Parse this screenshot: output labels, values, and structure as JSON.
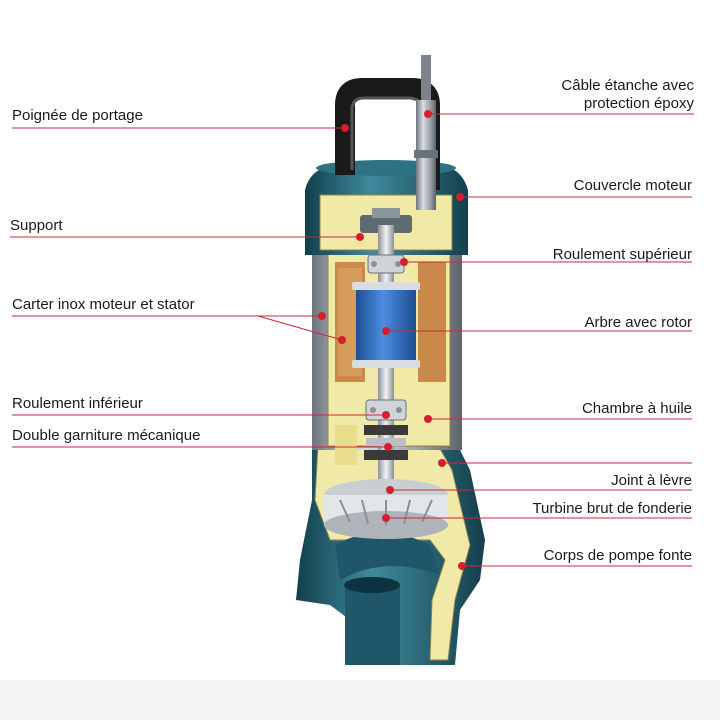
{
  "colors": {
    "leader": "#c8283c",
    "dot": "#d4202e",
    "casing": "#1e5a6b",
    "casing_light": "#3e8a9c",
    "cut_face": "#f1e9a8",
    "steel": "#9aa1a8",
    "rotor": "#2f6fc0",
    "handle": "#1a1a1a",
    "copper": "#c98a4a"
  },
  "labels": {
    "poignee": "Poignée de portage",
    "support": "Support",
    "carter": "Carter inox moteur et stator",
    "roulement_inf": "Roulement inférieur",
    "garniture": "Double garniture mécanique",
    "cable_line1": "Câble étanche avec",
    "cable_line2": "protection époxy",
    "couvercle": "Couvercle moteur",
    "roulement_sup": "Roulement supérieur",
    "arbre": "Arbre avec rotor",
    "chambre": "Chambre à huile",
    "joint": "Joint à lèvre",
    "turbine": "Turbine brut de fonderie",
    "corps": "Corps de pompe fonte"
  }
}
